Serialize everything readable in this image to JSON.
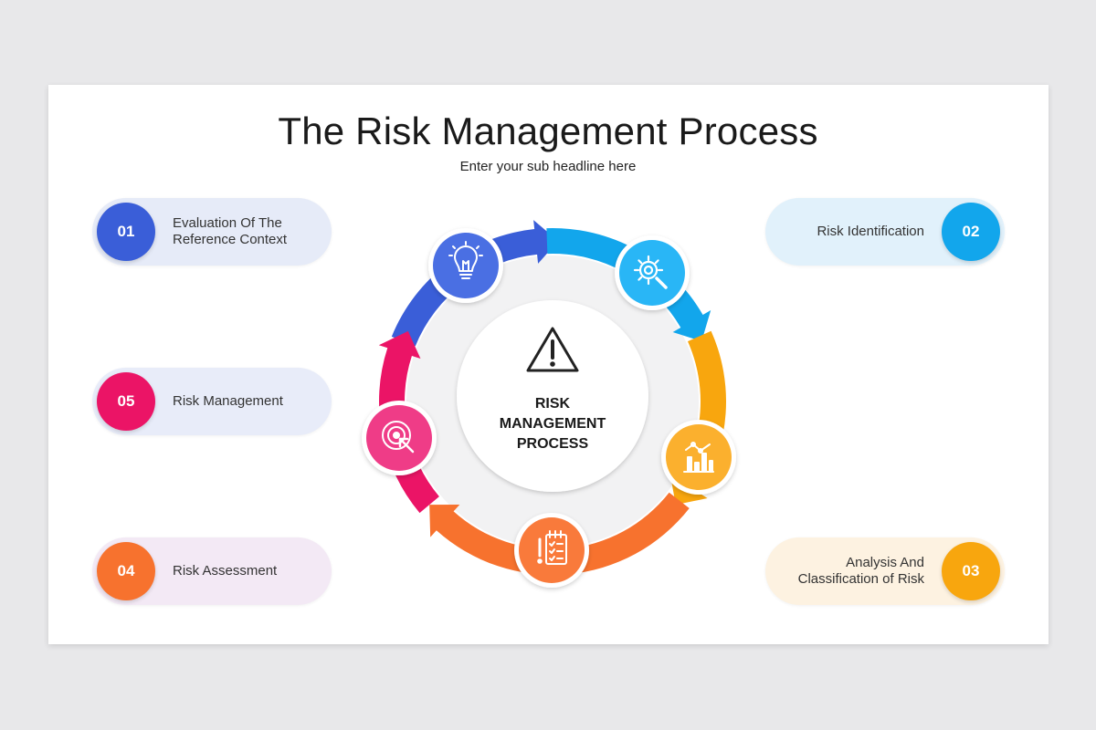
{
  "title": "The Risk Management Process",
  "subtitle": "Enter your sub headline here",
  "center": {
    "line1": "RISK",
    "line2": "MANAGEMENT",
    "line3": "PROCESS",
    "icon": "warning-icon"
  },
  "steps": [
    {
      "number": "01",
      "line1": "Evaluation Of The",
      "line2": "Reference Context",
      "color": "#3a5ed8",
      "bg": "#e6ebf8",
      "icon": "lightbulb-icon"
    },
    {
      "number": "02",
      "line1": "Risk Identification",
      "line2": "",
      "color": "#12a6ec",
      "bg": "#e1f1fb",
      "icon": "gear-search-icon"
    },
    {
      "number": "03",
      "line1": "Analysis And",
      "line2": "Classification of Risk",
      "color": "#f8a60e",
      "bg": "#fdf2e1",
      "icon": "bar-chart-icon"
    },
    {
      "number": "04",
      "line1": "Risk Assessment",
      "line2": "",
      "color": "#f7722e",
      "bg": "#f3e9f5",
      "icon": "checklist-icon"
    },
    {
      "number": "05",
      "line1": "Risk Management",
      "line2": "",
      "color": "#eb1466",
      "bg": "#e8ecf9",
      "icon": "target-icon"
    }
  ]
}
